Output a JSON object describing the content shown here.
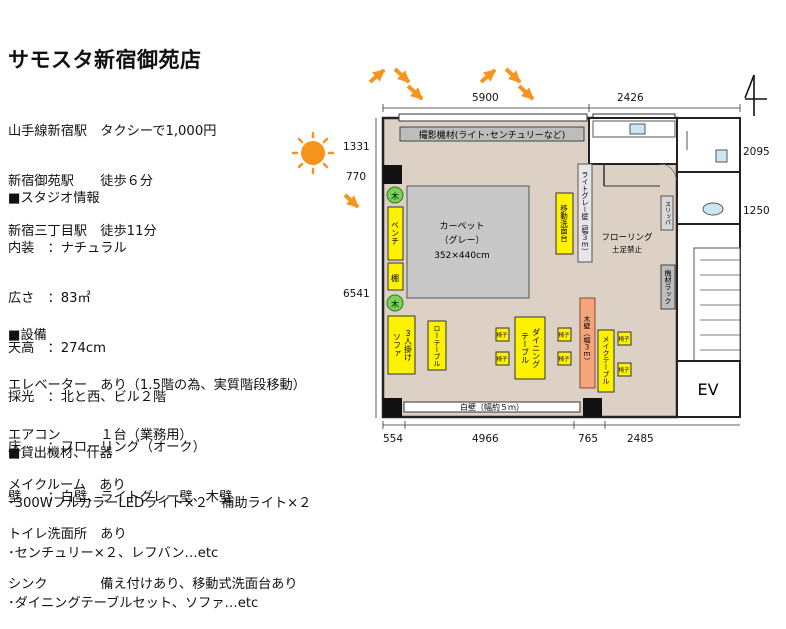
{
  "title": "サモスタ新宿御苑店",
  "access": [
    "山手線新宿駅　タクシーで1,000円",
    "新宿御苑駅　　徒歩６分",
    "新宿三丁目駅　徒歩11分"
  ],
  "studio": [
    "■スタジオ情報",
    "内装　：ナチュラル",
    "広さ　：83㎡",
    "天高　：274cm",
    "採光　：北と西、ビル２階",
    "床　　：フローリング（オーク）",
    "壁　　：白壁、ライトグレー壁、木壁"
  ],
  "facilities": [
    "■設備",
    "エレベーター　あり（1.5階の為、実質階段移動）",
    "エアコン　　　１台（業務用）",
    "メイクルーム　あり",
    "トイレ洗面所　あり",
    "シンク　　　　備え付けあり、移動式洗面台あり"
  ],
  "equipment": [
    "■貸出機材、什器",
    "･300WフルカラーLEDライト×２　補助ライト×２",
    "･センチュリー×２、レフバン…etc",
    "･ダイニングテーブルセット、ソファ…etc"
  ],
  "floorplan": {
    "dimensions": {
      "top_left": "5900",
      "top_right": "2426",
      "left_1": "1331",
      "left_2": "770",
      "left_3": "6541",
      "right_1": "2095",
      "right_2": "1250",
      "bottom_1": "554",
      "bottom_2": "4966",
      "bottom_3": "765",
      "bottom_4": "2485"
    },
    "labels": {
      "equipment_shelf": "撮影機材(ライト･センチュリーなど)",
      "carpet_1": "カーペット",
      "carpet_2": "（グレー）",
      "carpet_3": "352×440cm",
      "bench": "ベンチ",
      "shelf": "棚",
      "plant": "木",
      "sofa_1": "３人掛け",
      "sofa_2": "ソファ",
      "coffee_table": "ローテーブル",
      "dining_1": "ダイニング",
      "dining_2": "テーブル",
      "chair": "椅子",
      "wood_wall": "木壁（幅３ｍ）",
      "makeup_table": "メイクテーブル",
      "gray_wall": "ライトグレー壁（幅３ｍ）",
      "mobile_sink": "移動洗面台",
      "flooring_1": "フローリング",
      "flooring_2": "土足禁止",
      "slipper": "スリッパ",
      "rack": "機材ラック",
      "white_wall": "白壁（幅約５ｍ）",
      "elevator": "EV"
    },
    "colors": {
      "floor": "#ddd0c5",
      "carpet": "#c8c8c8",
      "yellow": "#fff200",
      "wood": "#f4a57a",
      "sun": "#f7941d",
      "arrow": "#f7941d",
      "plant": "#78d257"
    }
  }
}
